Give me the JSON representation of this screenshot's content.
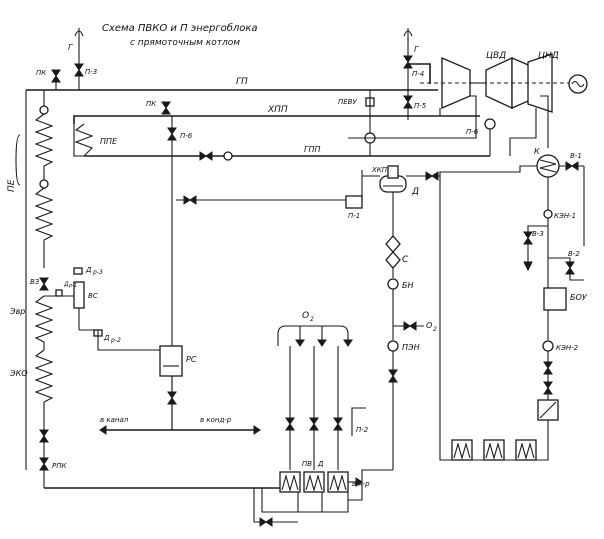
{
  "title": {
    "line1": "Схема  ПВКО и П  энергоблока",
    "line2": "с  прямоточным  котлом"
  },
  "labels": {
    "gp": "ГП",
    "hpp": "ХПП",
    "gpp": "ГПП",
    "g_left": "Г",
    "g_right": "Г",
    "pk_left": "ПК",
    "pk_mid": "ПК",
    "p3": "П-3",
    "p4": "П-4",
    "p5": "П-5",
    "p6a": "П-6",
    "p6b": "П-6",
    "p1": "П-1",
    "p2": "П-2",
    "pevu": "ПЕВУ",
    "ppe": "ППЕ",
    "pe": "ПЕ",
    "vz": "ВЗ",
    "dr3": "Д",
    "dr3b": "р-3",
    "dr1": "Д",
    "dr1b": "р-1",
    "dr2": "Д",
    "dr2b": "р-2",
    "vs": "ВС",
    "rs": "РС",
    "evr": "Эвр",
    "eko": "ЭКО",
    "rpk": "РПК",
    "v_kanal": "в  канал",
    "v_kond": "в  конд-р",
    "tsvd": "ЦВД",
    "tsnd": "ЦНД",
    "k": "К",
    "v1": "В-1",
    "v2": "В-2",
    "v3": "В-3",
    "ken1": "КЭН-1",
    "ken2": "КЭН-2",
    "bou": "БОУ",
    "hkp": "ХКП",
    "d": "Д",
    "s": "С",
    "bn": "БН",
    "pen": "ПЭН",
    "o2_top": "О",
    "o2_top_sub": "2",
    "o2_right": "О",
    "o2_right_sub": "2",
    "pv": "ПВ",
    "pv_d": "Д",
    "v_kr": "в  к-р"
  },
  "colors": {
    "line": "#1a1a1a",
    "paper": "#ffffff"
  }
}
